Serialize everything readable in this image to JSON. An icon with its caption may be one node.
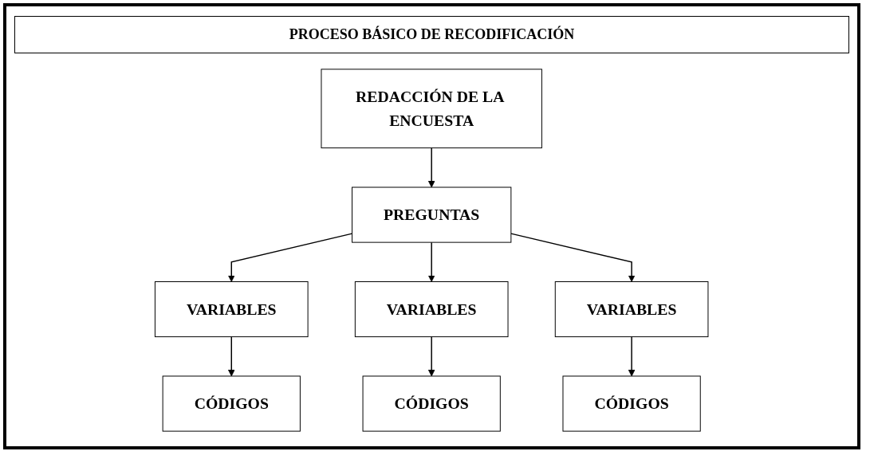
{
  "diagram": {
    "title": "PROCESO BÁSICO DE RECODIFICACIÓN",
    "nodes": [
      {
        "text": [
          "REDACCIÓN DE LA ENCUESTA"
        ]
      },
      {
        "text": [
          "PREGUNTAS"
        ]
      },
      {
        "text": [
          "VARIABLES"
        ]
      },
      {
        "text": [
          "VARIABLES"
        ]
      },
      {
        "text": [
          "VARIABLES"
        ]
      },
      {
        "text": [
          "CÓDIGOS"
        ]
      },
      {
        "text": [
          "CÓDIGOS"
        ]
      },
      {
        "text": [
          "CÓDIGOS"
        ]
      }
    ],
    "edges": [
      {
        "from": 0,
        "to": 1,
        "arrow": "to"
      },
      {
        "from": 1,
        "to": 2,
        "arrow": "to"
      },
      {
        "from": 1,
        "to": 3,
        "arrow": "to"
      },
      {
        "from": 1,
        "to": 4,
        "arrow": "to"
      },
      {
        "from": 2,
        "to": 5,
        "arrow": "to"
      },
      {
        "from": 3,
        "to": 6,
        "arrow": "to"
      },
      {
        "from": 4,
        "to": 7,
        "arrow": "to"
      }
    ]
  }
}
